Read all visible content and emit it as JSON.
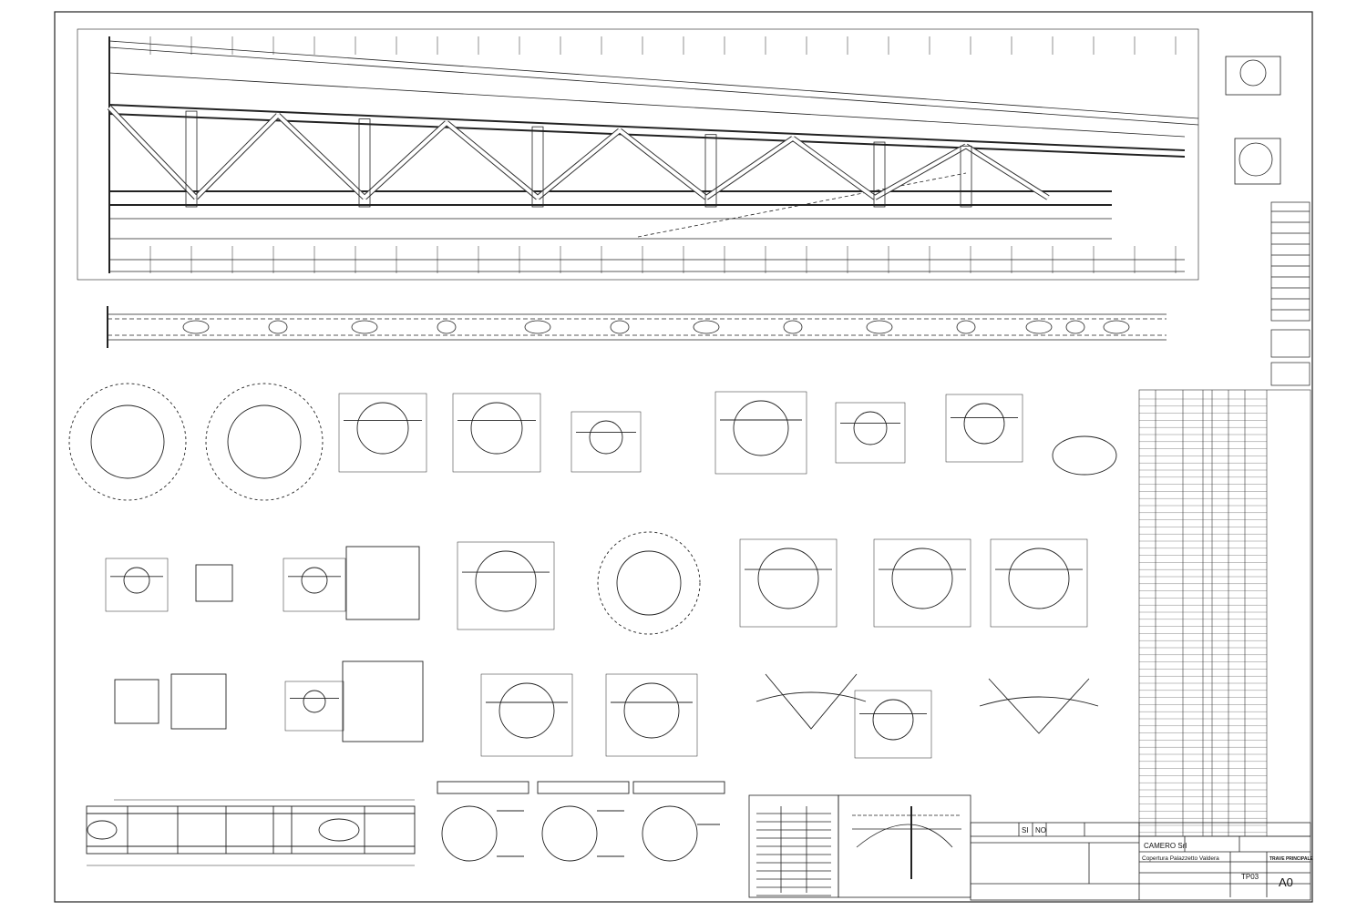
{
  "title_block": {
    "company": "CAMERO Srl",
    "project": "Copertura Palazzetto Valdera",
    "drawing_title": "TRAVE PRINCIPALE",
    "drawing_number": "TP03",
    "sheet_size": "A0",
    "yes_label": "SI",
    "no_label": "NO"
  }
}
